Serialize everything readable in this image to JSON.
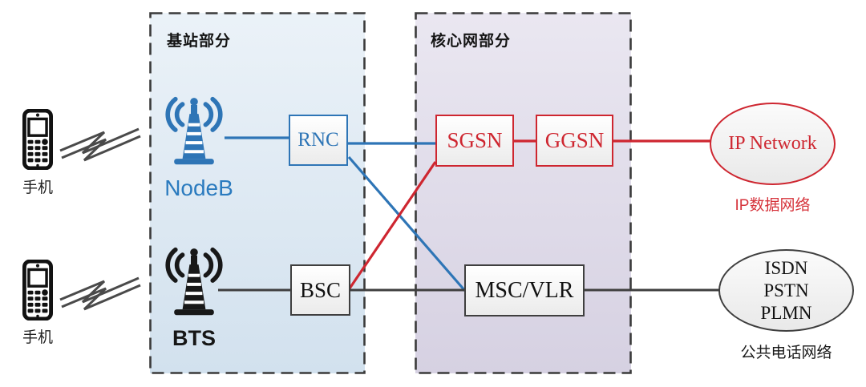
{
  "groups": {
    "base_station": {
      "title": "基站部分"
    },
    "core_network": {
      "title": "核心网部分"
    }
  },
  "phones": [
    {
      "label": "手机"
    },
    {
      "label": "手机"
    }
  ],
  "nodes": {
    "nodeb": {
      "label": "NodeB"
    },
    "bts": {
      "label": "BTS"
    },
    "rnc": {
      "label": "RNC"
    },
    "bsc": {
      "label": "BSC"
    },
    "sgsn": {
      "label": "SGSN"
    },
    "ggsn": {
      "label": "GGSN"
    },
    "msc_vlr": {
      "label": "MSC/VLR"
    }
  },
  "clouds": {
    "ip_network": {
      "label": "IP Network",
      "caption": "IP数据网络"
    },
    "pstn": {
      "lines": [
        "ISDN",
        "PSTN",
        "PLMN"
      ],
      "caption": "公共电话网络"
    }
  },
  "colors": {
    "blue": "#2E75B6",
    "red": "#CE2630",
    "gray": "#3F3F3F"
  }
}
